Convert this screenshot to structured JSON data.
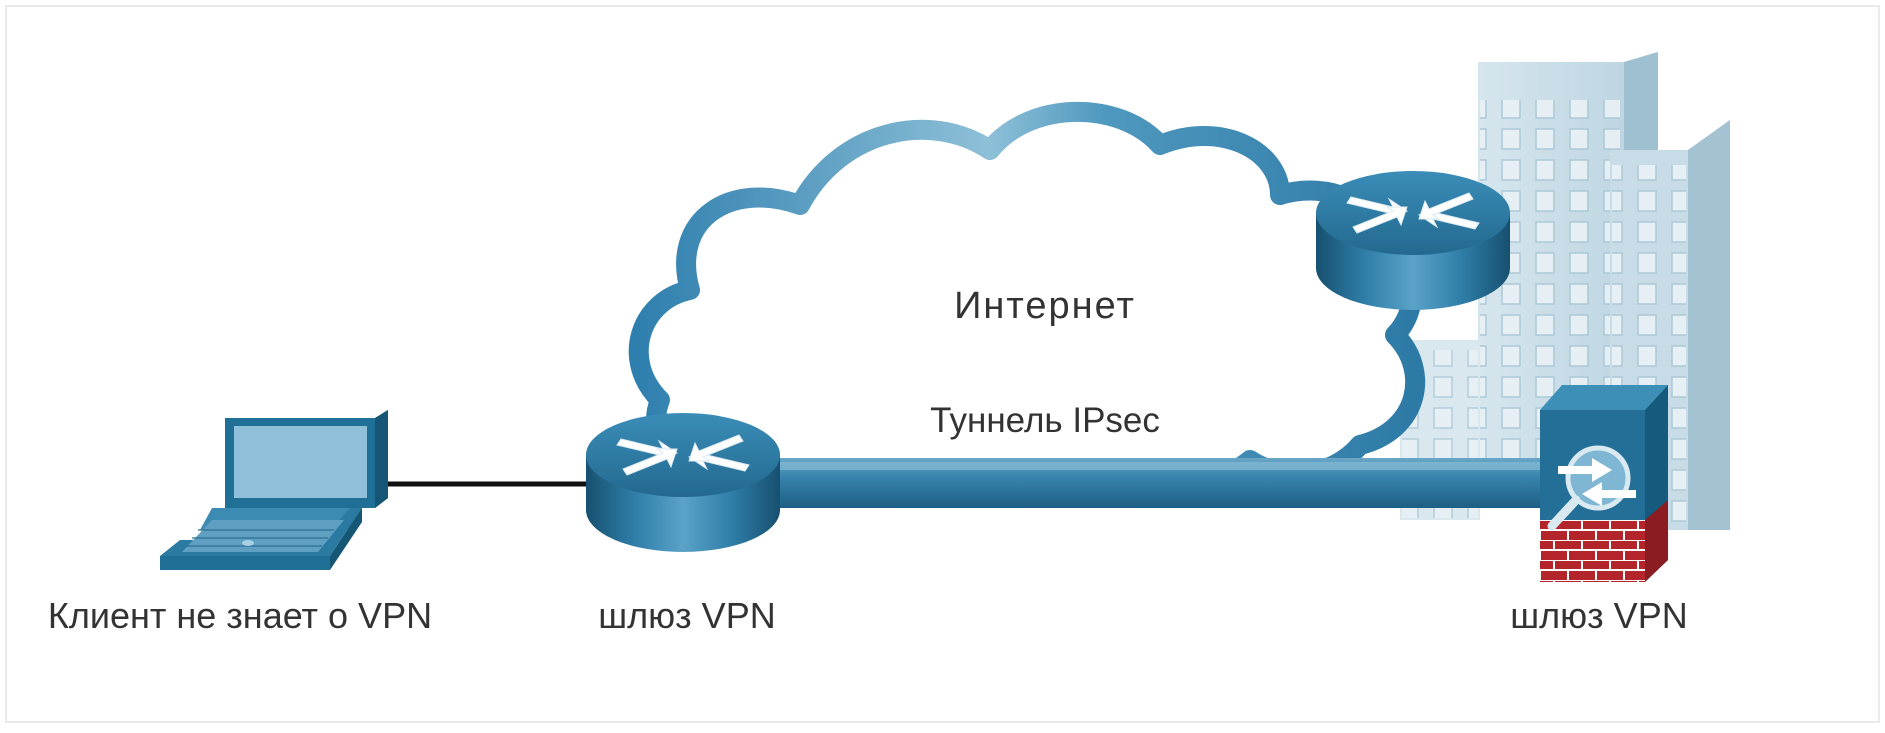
{
  "labels": {
    "internet": "Интернет",
    "tunnel": "Туннель IPsec",
    "client": "Клиент не знает о VPN",
    "gateway_left": "шлюз VPN",
    "gateway_right": "шлюз VPN"
  },
  "icons": {
    "client": "laptop-icon",
    "gateway_left": "router-icon",
    "remote_router": "router-icon",
    "gateway_right": "firewall-icon",
    "site": "building-icon",
    "network": "cloud-icon"
  },
  "colors": {
    "accent": "#1f6f97",
    "cloud_outline": "#3b8bb3",
    "tunnel": "#2f7aa2",
    "firewall_brick": "#a5232a",
    "building": "#c9dde7"
  }
}
